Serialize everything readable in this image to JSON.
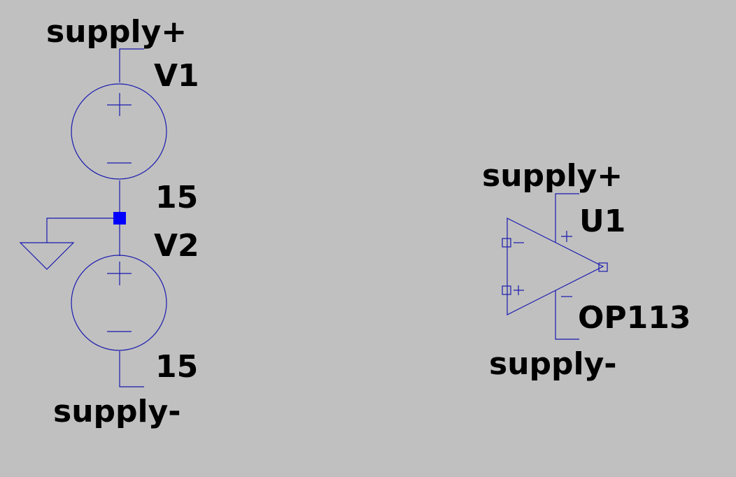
{
  "colors": {
    "background": "#c0c0c0",
    "wire": "#1a1ab0",
    "junction": "#0000ff",
    "text": "#000000"
  },
  "left_circuit": {
    "top_net_label": "supply+",
    "v1_name": "V1",
    "v1_value": "15",
    "v2_name": "V2",
    "v2_value": "15",
    "bottom_net_label": "supply-",
    "ground_icon": "ground-icon"
  },
  "opamp": {
    "top_net_label": "supply+",
    "name": "U1",
    "model": "OP113",
    "bottom_net_label": "supply-",
    "icon": "opamp-icon"
  }
}
